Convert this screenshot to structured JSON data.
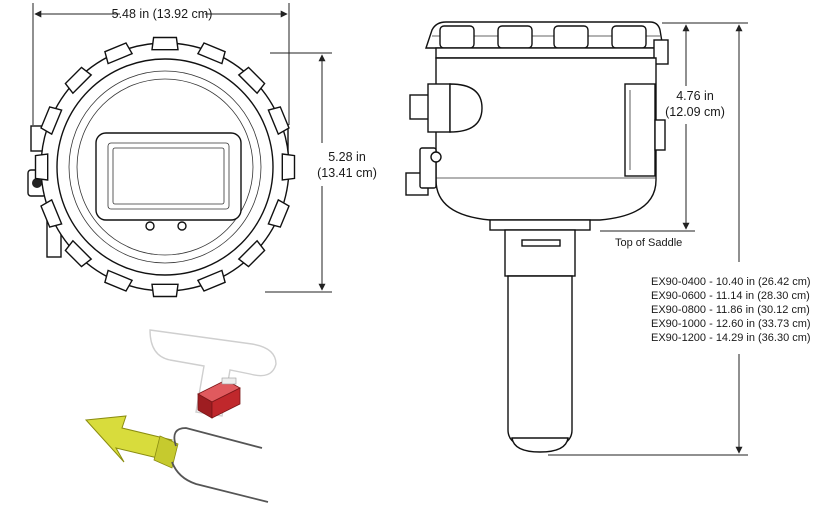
{
  "front_view": {
    "width_label": "5.48 in (13.92 cm)",
    "height_label_in": "5.28 in",
    "height_label_cm": "(13.41 cm)"
  },
  "side_view": {
    "saddle_height_in": "4.76 in",
    "saddle_height_cm": "(12.09 cm)",
    "saddle_label": "Top of Saddle",
    "model_lengths": [
      "EX90-0400 - 10.40 in (26.42 cm)",
      "EX90-0600 - 11.14 in (28.30 cm)",
      "EX90-0800 - 11.86 in (30.12 cm)",
      "EX90-1000 - 12.60 in (33.73 cm)",
      "EX90-1200 - 14.29 in (36.30 cm)"
    ]
  },
  "colors": {
    "line": "#1a1a1a",
    "red_part": "#c0282c",
    "yellow_part": "#d8dc3c",
    "ghost_part": "#cfcfcf"
  }
}
